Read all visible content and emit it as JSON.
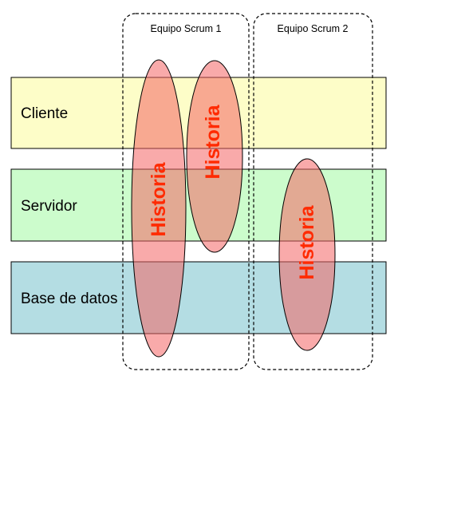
{
  "layers": [
    {
      "label": "Cliente",
      "color": "#fdfdc8"
    },
    {
      "label": "Servidor",
      "color": "#ccfccc"
    },
    {
      "label": "Base de datos",
      "color": "#b4dde3"
    }
  ],
  "teams": [
    {
      "label": "Equipo Scrum 1"
    },
    {
      "label": "Equipo Scrum 2"
    }
  ],
  "stories": [
    {
      "label": "Historia"
    },
    {
      "label": "Historia"
    },
    {
      "label": "Historia"
    }
  ],
  "colors": {
    "story_fill": "#f46464",
    "story_text": "#ff2a00",
    "outline": "#000000"
  }
}
